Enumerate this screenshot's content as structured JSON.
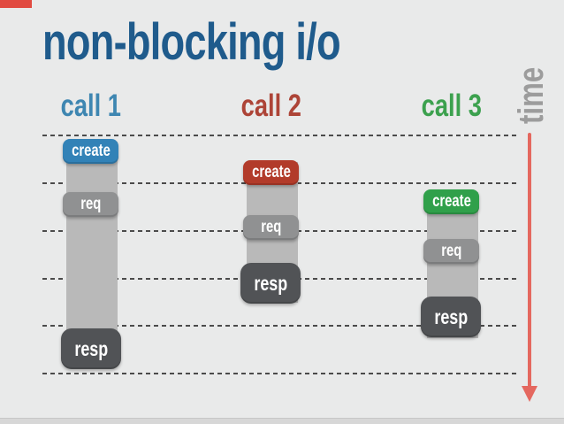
{
  "slide": {
    "title": "non-blocking i/o",
    "time_label": "time"
  },
  "columns": [
    {
      "label": "call 1",
      "header_color": "#3e86b1",
      "create_color": "#3282b7",
      "blocks": {
        "create": "create",
        "req": "req",
        "resp": "resp"
      }
    },
    {
      "label": "call 2",
      "header_color": "#ad4437",
      "create_color": "#b23b2a",
      "blocks": {
        "create": "create",
        "req": "req",
        "resp": "resp"
      }
    },
    {
      "label": "call 3",
      "header_color": "#3ca14e",
      "create_color": "#30a04a",
      "blocks": {
        "create": "create",
        "req": "req",
        "resp": "resp"
      }
    }
  ],
  "timeline": {
    "gridline_count": 6,
    "direction": "down"
  },
  "colors": {
    "background": "#e9eaea",
    "title": "#1f5b8c",
    "time_label": "#9c9c9c",
    "gridline": "#4b4b4b",
    "track": "#b9b9b9",
    "req_badge": "#909192",
    "resp_badge": "#515356",
    "arrow": "#e4685f",
    "top_accent": "#e14b41",
    "footer": "#d7d7d7"
  }
}
